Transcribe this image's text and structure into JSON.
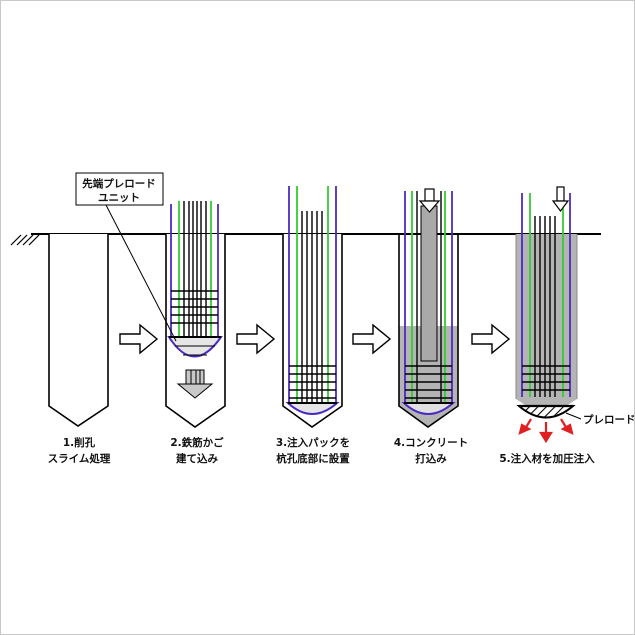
{
  "steps": [
    {
      "num": "1.",
      "line1": "削孔",
      "line2": "スライム処理"
    },
    {
      "num": "2.",
      "line1": "鉄筋かご",
      "line2": "建て込み"
    },
    {
      "num": "3.",
      "line1": "注入パックを",
      "line2": "杭孔底部に設置"
    },
    {
      "num": "4.",
      "line1": "コンクリート",
      "line2": "打込み"
    },
    {
      "num": "5.",
      "line1": "注入材を加圧注入",
      "line2": ""
    }
  ],
  "callouts": {
    "unit_line1": "先端プレロード",
    "unit_line2": "ユニット",
    "preload": "プレロード"
  },
  "colors": {
    "outline": "#000000",
    "rebar_green": "#33cc33",
    "rebar_purple": "#4b2bbf",
    "concrete": "#b4b4b4",
    "grout_arrow": "#e02020",
    "pack_fill": "#d8d8d8"
  }
}
